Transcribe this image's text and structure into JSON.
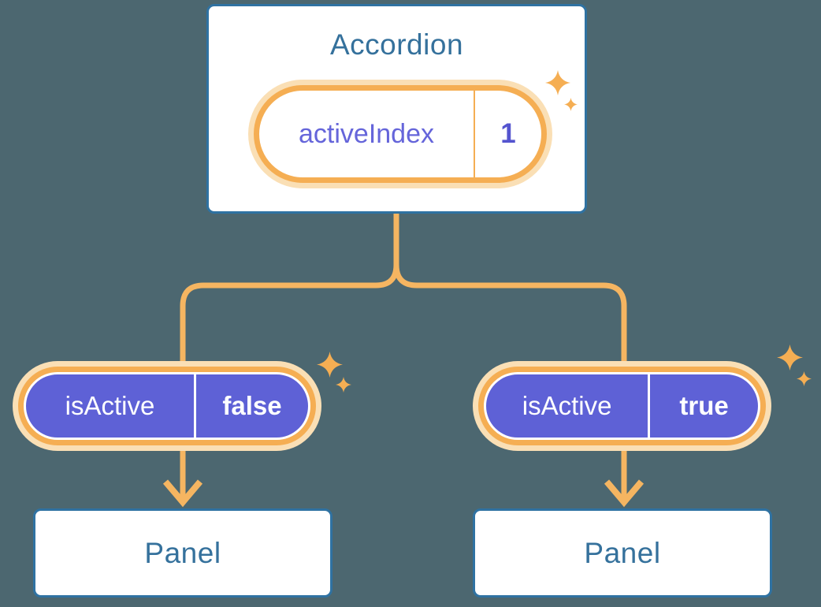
{
  "colors": {
    "background": "#4C6770",
    "card-border": "#2F72A2",
    "heading-text": "#35719C",
    "orange": "#F5AE53",
    "orange-line": "#F5B561",
    "orange-halo": "#FADFB5",
    "purple": "#5E61D6",
    "purple-label": "#6565DA",
    "purple-value": "#5454CF",
    "white-text": "#FFFFFF"
  },
  "icons": {
    "sparkle": "✦"
  },
  "accordion": {
    "title": "Accordion",
    "state_pill": {
      "label": "activeIndex",
      "value": "1"
    }
  },
  "branches": [
    {
      "prop_pill": {
        "label": "isActive",
        "value": "false"
      },
      "panel": {
        "title": "Panel"
      }
    },
    {
      "prop_pill": {
        "label": "isActive",
        "value": "true"
      },
      "panel": {
        "title": "Panel"
      }
    }
  ]
}
